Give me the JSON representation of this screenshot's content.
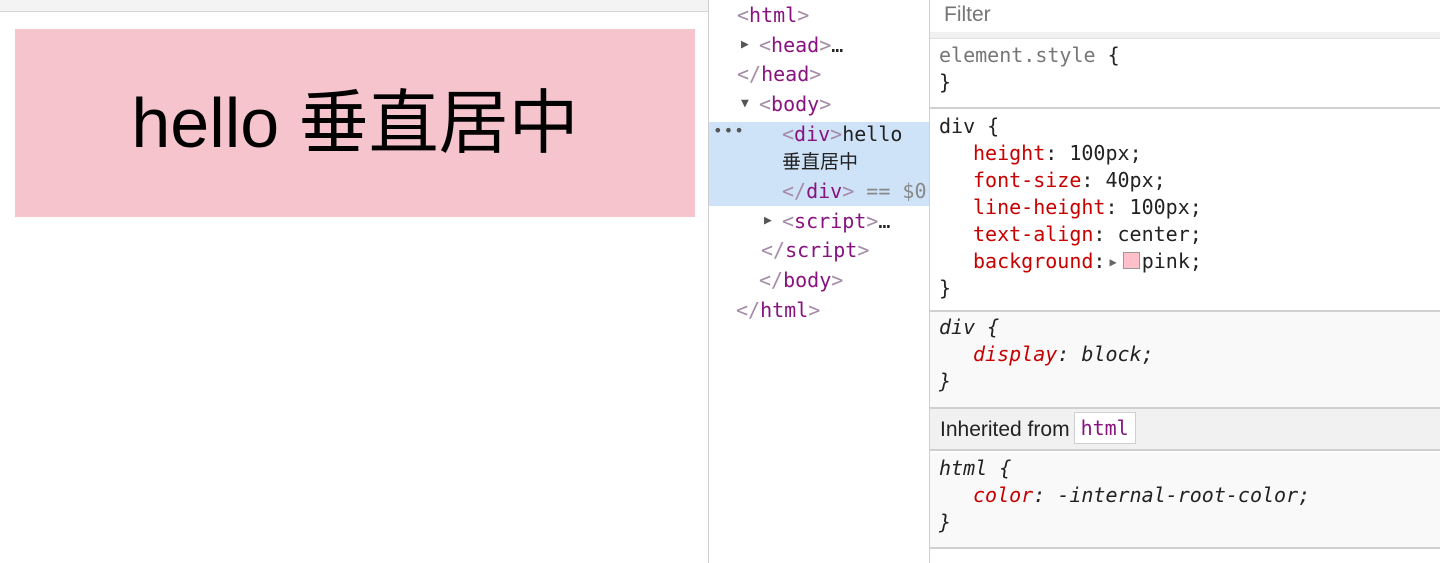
{
  "viewport": {
    "demo_text": "hello 垂直居中",
    "demo_background": "#f5c4cd"
  },
  "dom_tree": {
    "lines": [
      {
        "open": "<",
        "tag": "html",
        "close": ">"
      },
      {
        "arrow": "▶",
        "open": "<",
        "tag": "head",
        "close": ">",
        "ellipsis": "…"
      },
      {
        "open": "</",
        "tag": "head",
        "close": ">"
      },
      {
        "arrow": "▼",
        "open": "<",
        "tag": "body",
        "close": ">"
      },
      {
        "open": "<",
        "tag": "div",
        "close": ">",
        "text": "hello"
      },
      {
        "text": "垂直居中"
      },
      {
        "open": "</",
        "tag": "div",
        "close": ">",
        "suffix": " == $0"
      },
      {
        "arrow": "▶",
        "open": "<",
        "tag": "script",
        "close": ">",
        "ellipsis": "…"
      },
      {
        "open": "</",
        "tag": "script",
        "close": ">"
      },
      {
        "open": "</",
        "tag": "body",
        "close": ">"
      },
      {
        "open": "</",
        "tag": "html",
        "close": ">"
      }
    ],
    "selected_dots": "•••"
  },
  "styles": {
    "filter_placeholder": "Filter",
    "element_style": {
      "selector": "element.style",
      "open": " {",
      "close": "}"
    },
    "div_rule": {
      "selector": "div",
      "open": " {",
      "close": "}",
      "properties": [
        {
          "name": "height",
          "value": "100px"
        },
        {
          "name": "font-size",
          "value": "40px"
        },
        {
          "name": "line-height",
          "value": "100px"
        },
        {
          "name": "text-align",
          "value": "center"
        },
        {
          "name": "background",
          "value": "pink",
          "swatch": "#ffc0cb"
        }
      ]
    },
    "ua_div_rule": {
      "selector": "div",
      "open": " {",
      "close": "}",
      "properties": [
        {
          "name": "display",
          "value": "block"
        }
      ]
    },
    "inherited": {
      "label": "Inherited from",
      "source": "html"
    },
    "html_rule": {
      "selector": "html",
      "open": " {",
      "close": "}",
      "properties": [
        {
          "name": "color",
          "value": "-internal-root-color"
        }
      ]
    },
    "colon": ": ",
    "semicolon": ";"
  }
}
